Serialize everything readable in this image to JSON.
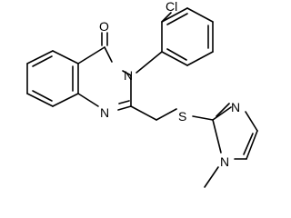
{
  "molecule": {
    "atom_labels": {
      "chlorine": "Cl",
      "carbonyl_oxygen": "O",
      "quinazoline_n3": "N",
      "quinazoline_n1": "N",
      "sulfur": "S",
      "imidazole_n3": "N",
      "imidazole_n1": "N"
    }
  },
  "colors": {
    "bond": "#000000",
    "text": "#000000",
    "background": "#ffffff"
  }
}
